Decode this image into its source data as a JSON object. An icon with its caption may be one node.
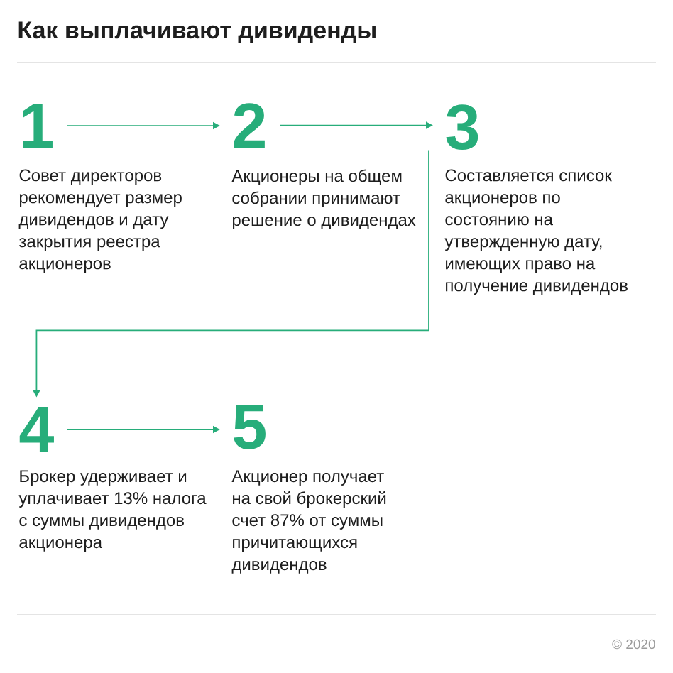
{
  "diagram": {
    "title": "Как выплачивают дивиденды",
    "nodes": [
      {
        "text": [
          "1",
          "Совет директоров рекомендует размер дивидендов и дату закрытия реестра акционеров"
        ]
      },
      {
        "text": [
          "2",
          "Акционеры на общем собрании принимают решение о дивидендах"
        ]
      },
      {
        "text": [
          "3",
          "Составляется список акционеров по состоянию на утвержденную дату, имеющих право на получение дивидендов"
        ]
      },
      {
        "text": [
          "4",
          "Брокер удерживает и уплачивает 13% налога с суммы дивидендов акционера"
        ]
      },
      {
        "text": [
          "5",
          "Акционер получает на свой брокерский счет 87% от суммы причитающихся дивидендов"
        ]
      }
    ],
    "edges": [
      {
        "from": 0,
        "to": 1,
        "arrow": "to"
      },
      {
        "from": 1,
        "to": 2,
        "arrow": "to"
      },
      {
        "from": 2,
        "to": 3,
        "arrow": "to"
      },
      {
        "from": 3,
        "to": 4,
        "arrow": "to"
      }
    ],
    "labels": [
      "© 2020"
    ]
  }
}
